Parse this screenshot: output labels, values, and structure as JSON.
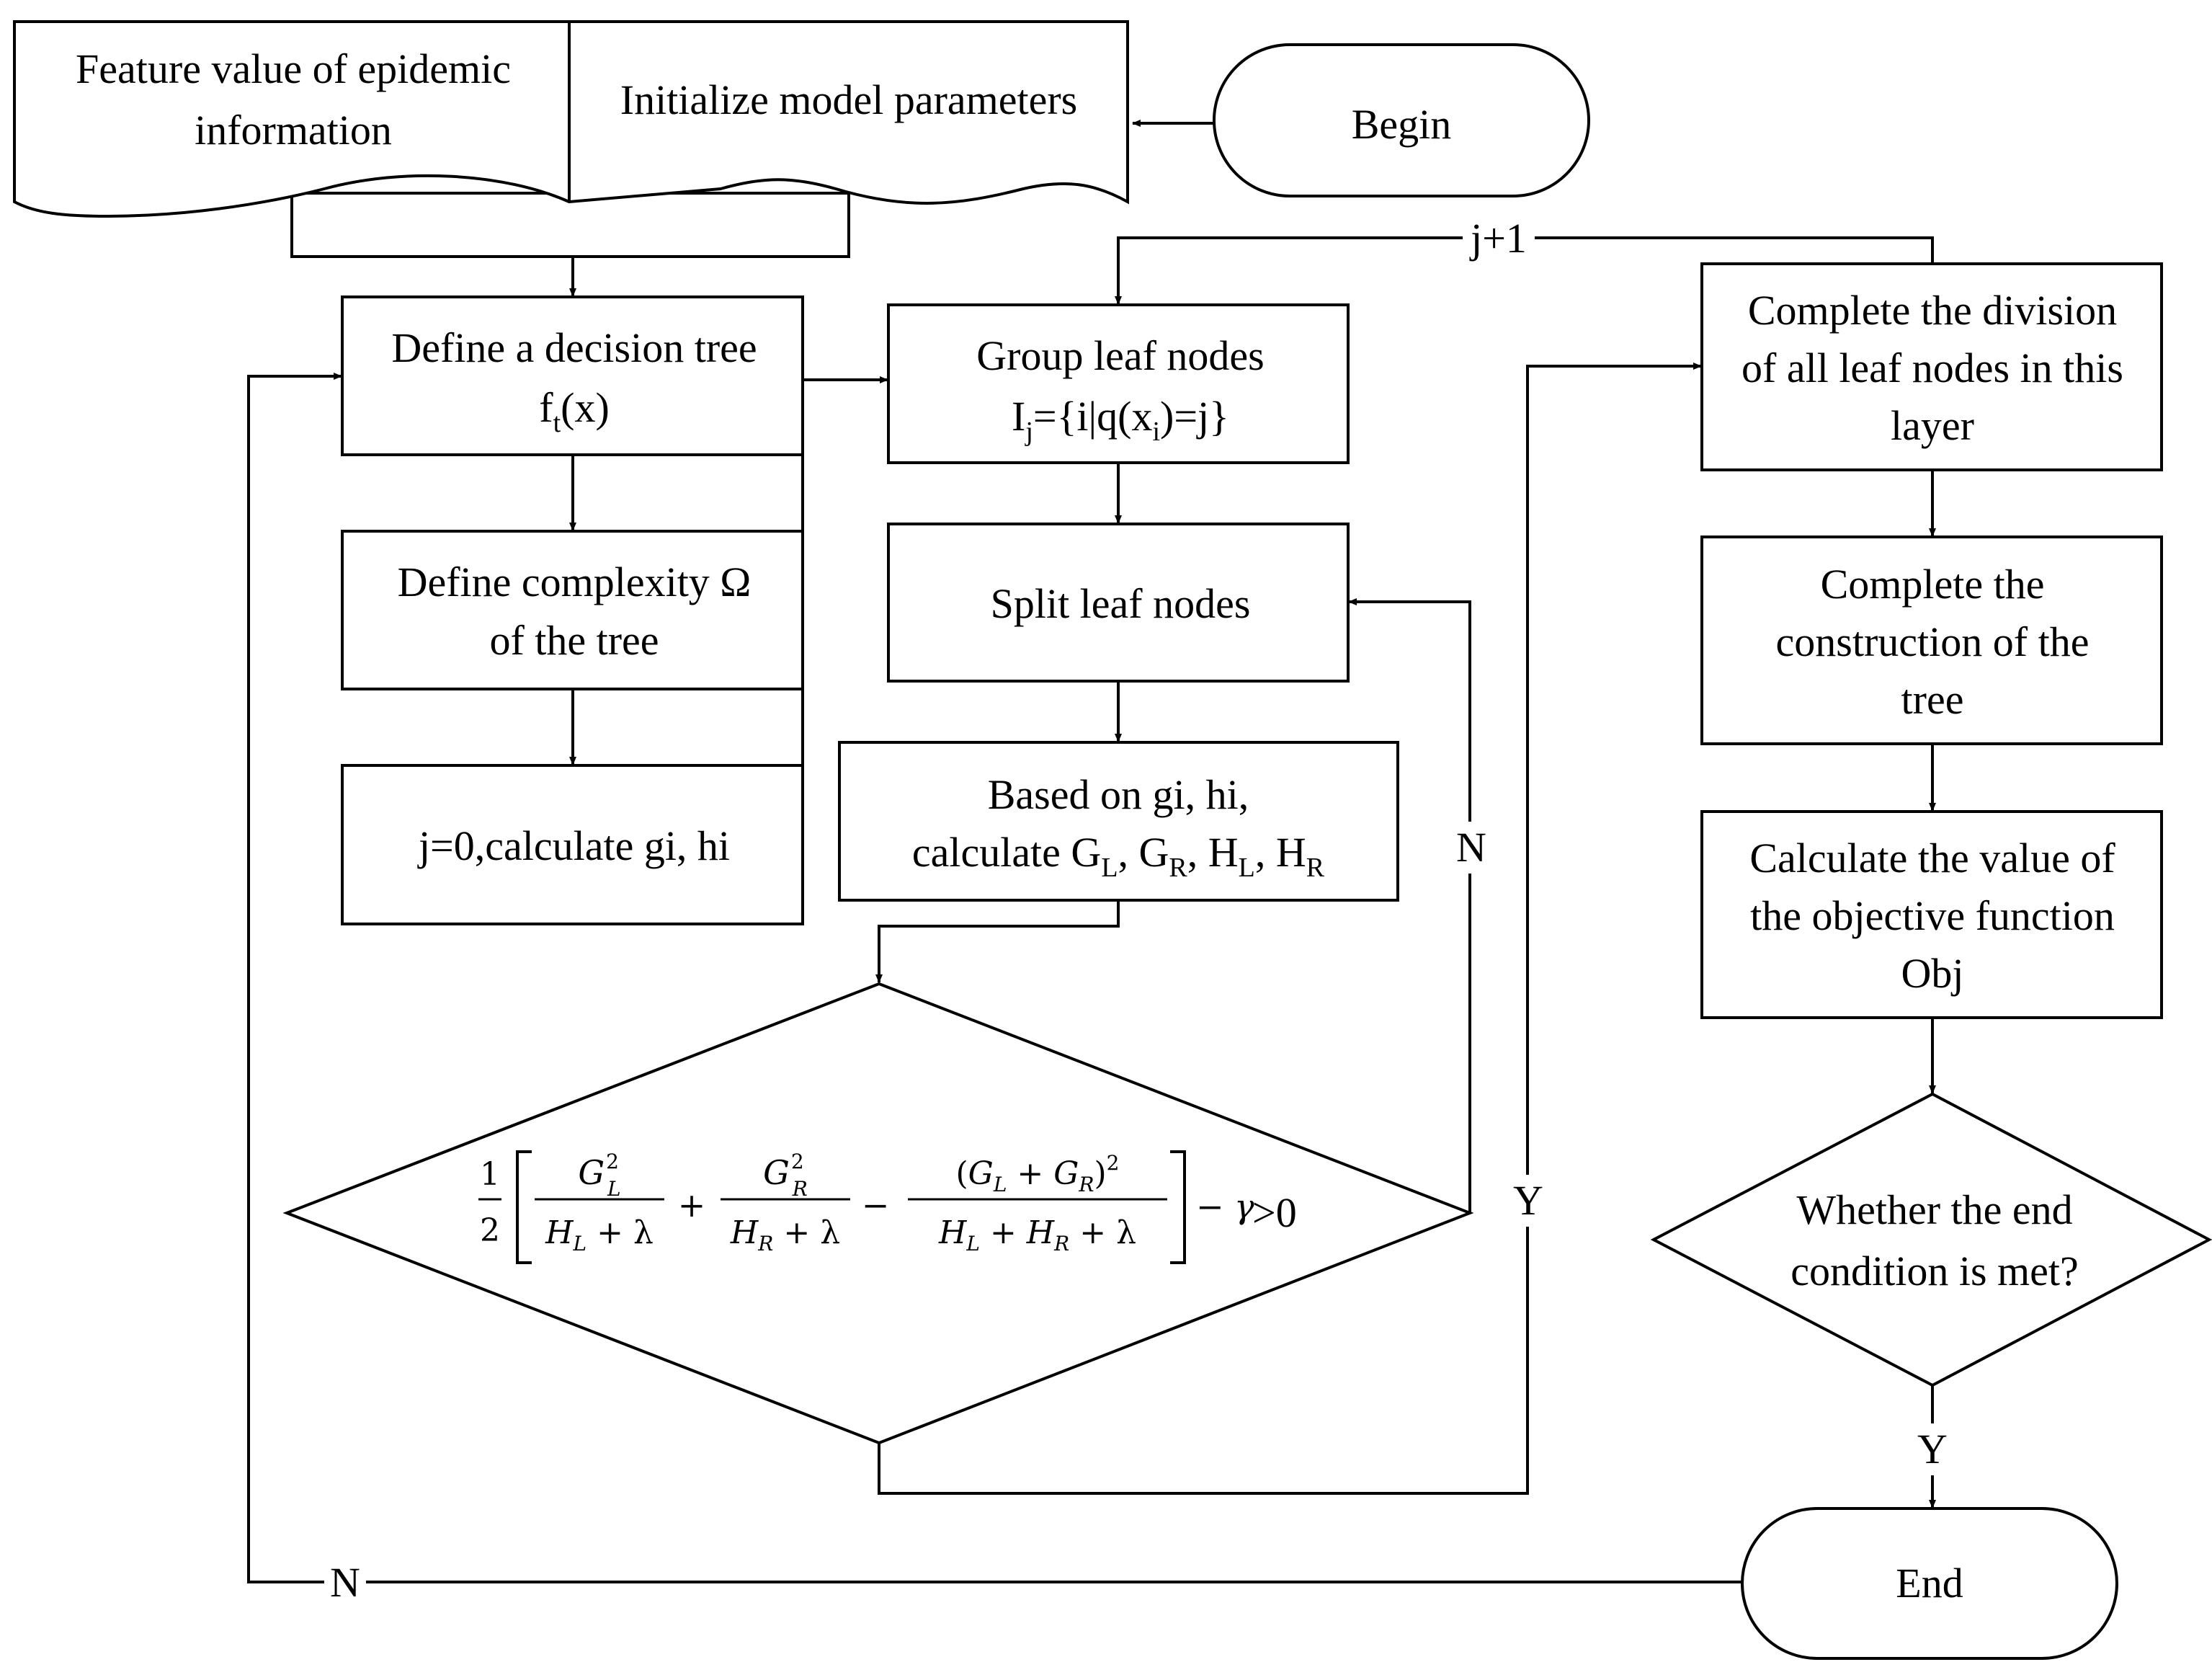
{
  "nodes": {
    "begin": "Begin",
    "end": "End",
    "feature_value": [
      "Feature value of epidemic",
      "information"
    ],
    "init_params": "Initialize model parameters",
    "define_tree": [
      "Define a decision tree"
    ],
    "define_tree_fn": {
      "base": "f",
      "sub": "t",
      "arg": "(x)"
    },
    "define_complexity": [
      "Define complexity Ω",
      "of the tree"
    ],
    "init_j": "j=0,calculate gi, hi",
    "group_leaf": "Group leaf nodes",
    "group_leaf_set": {
      "I": "I",
      "j": "j",
      "mid1": "={i|q(x",
      "i": "i",
      "mid2": ")=j}"
    },
    "split_leaf": "Split leaf nodes",
    "based_on": "Based on gi, hi,",
    "calculate_prefix": "calculate G",
    "g_l": "L",
    "g_r": "R",
    "h_l": "L",
    "h_r": "R",
    "sep_gr": ", G",
    "sep_hl": ", H",
    "sep_hr": ", H",
    "complete_division": [
      "Complete the division",
      "of all leaf nodes in this",
      "layer"
    ],
    "complete_construction": [
      "Complete the",
      "construction of the",
      "tree"
    ],
    "calculate_objective": [
      "Calculate the value of",
      "the objective function",
      "Obj"
    ],
    "end_condition": [
      "Whether the end",
      "condition is met?"
    ],
    "condition_tail": ">0"
  },
  "edge_labels": {
    "j_plus_1": "j+1",
    "n_split": "N",
    "y_condition": "Y",
    "y_end": "Y",
    "n_loop": "N"
  }
}
